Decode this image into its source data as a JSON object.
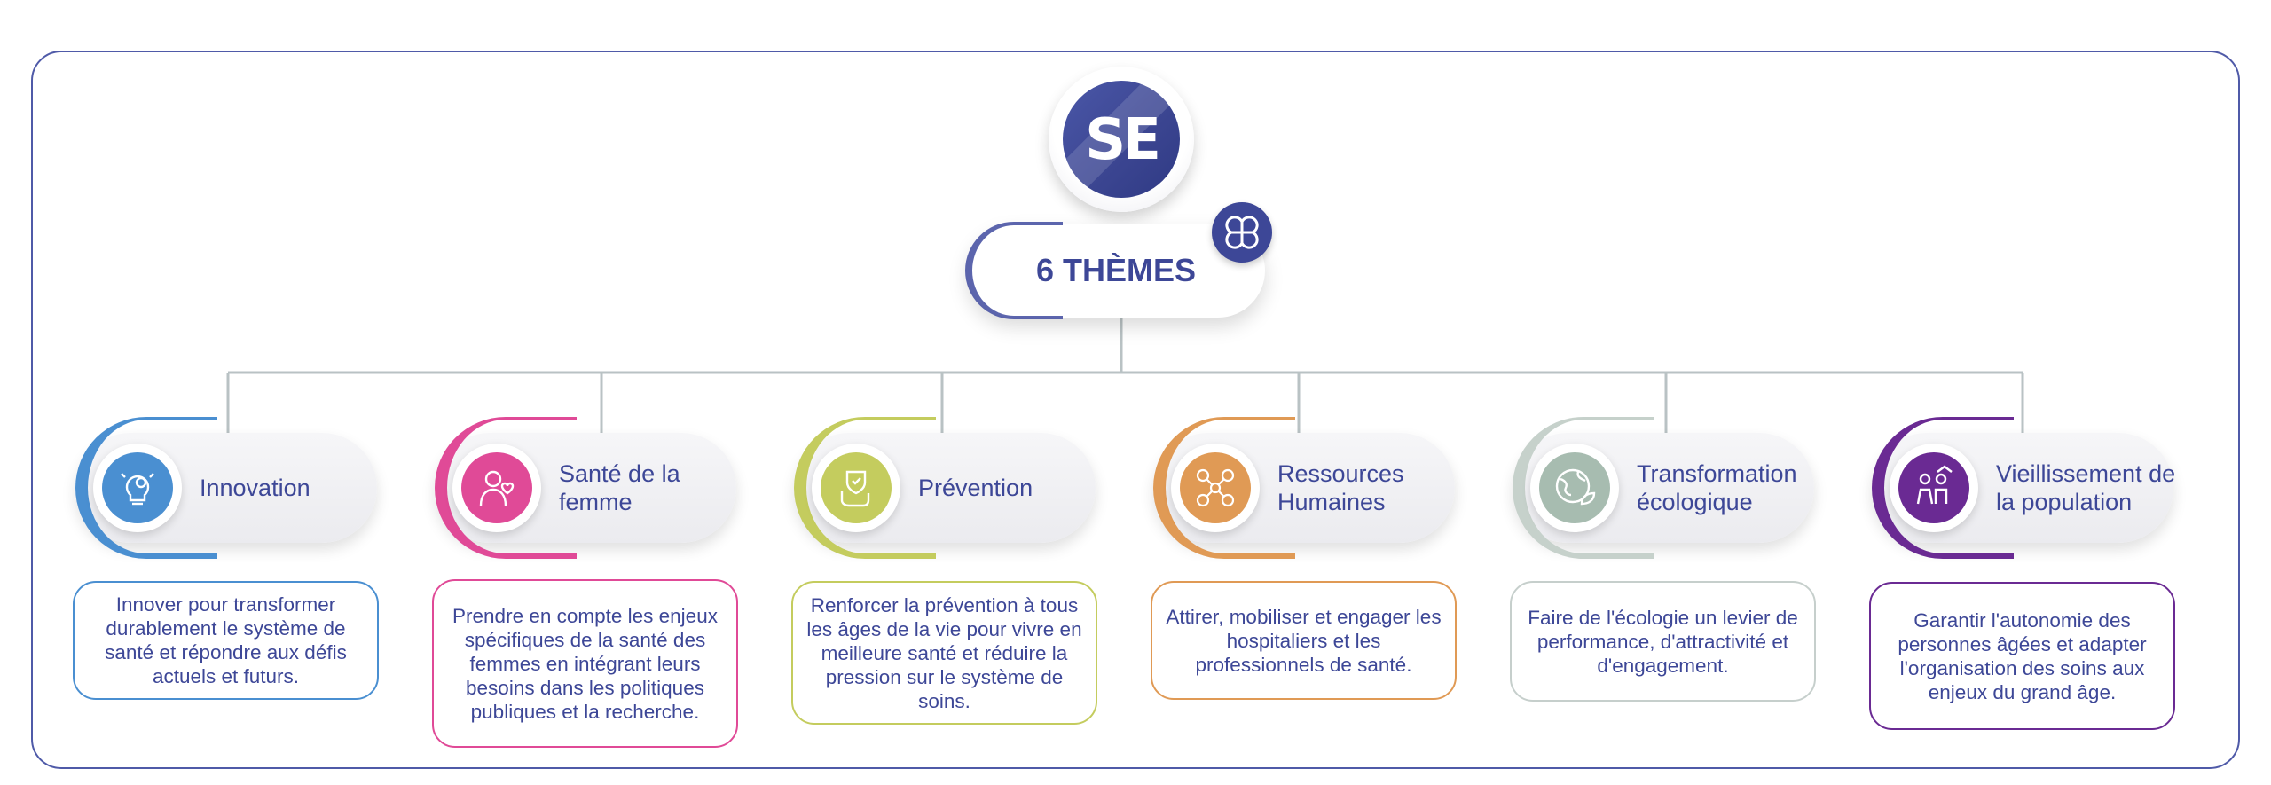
{
  "logo": {
    "text": "SE"
  },
  "title": {
    "text": "6 THÈMES"
  },
  "colors": {
    "frame": "#4f5aa8",
    "title": "#3d4797",
    "connector": "#b9c2c4"
  },
  "themes": [
    {
      "label": "Innovation",
      "icon": "lightbulb-gear-icon",
      "color": "#4a8fd1",
      "description": "Innover pour transformer durablement le système de santé et répondre aux défis actuels et futurs."
    },
    {
      "label": "Santé de la femme",
      "icon": "woman-heart-icon",
      "color": "#e04a97",
      "description": "Prendre en compte les enjeux spécifiques de la santé des femmes en intégrant leurs besoins dans les politiques publiques et la recherche."
    },
    {
      "label": "Prévention",
      "icon": "hand-shield-icon",
      "color": "#c4cc5e",
      "description": "Renforcer la prévention à tous les âges de la vie pour vivre en meilleure santé et réduire la pression sur le système de soins."
    },
    {
      "label": "Ressources Humaines",
      "icon": "people-network-icon",
      "color": "#e09a55",
      "description": "Attirer, mobiliser et engager les hospitaliers et les professionnels de santé."
    },
    {
      "label": "Transformation écologique",
      "icon": "globe-leaf-icon",
      "color": "#a7bcb0",
      "description": "Faire de l'écologie un levier de performance, d'attractivité et d'engagement."
    },
    {
      "label": "Vieillissement de la population",
      "icon": "elderly-couple-icon",
      "color": "#6a2a93",
      "description": "Garantir l'autonomie des personnes âgées et adapter l'organisation des soins aux enjeux du grand âge."
    }
  ]
}
